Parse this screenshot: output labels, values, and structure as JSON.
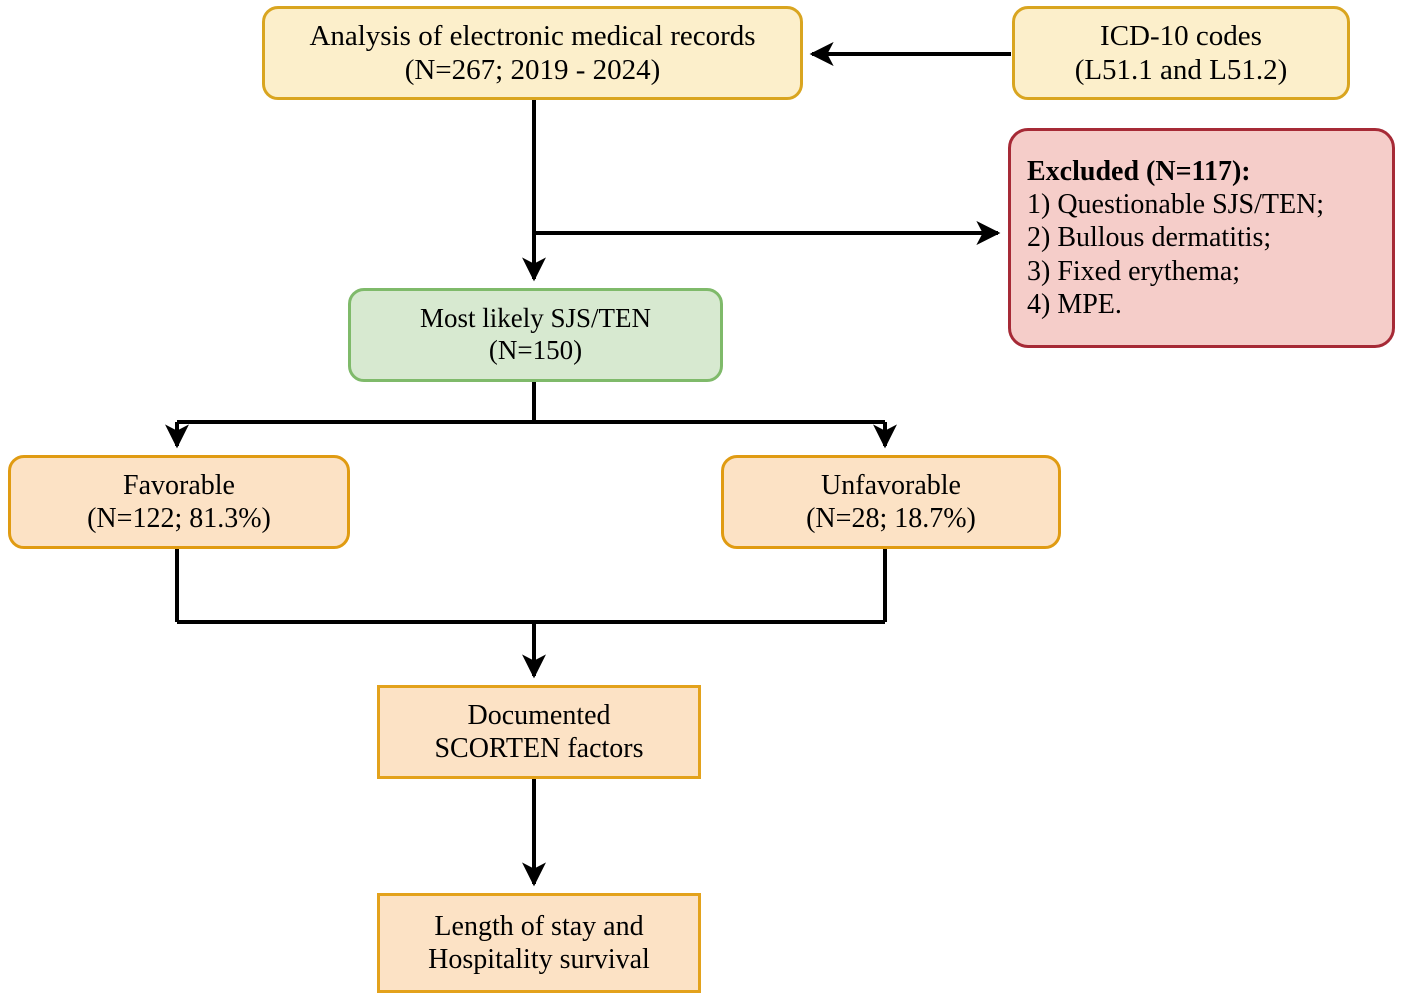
{
  "diagram": {
    "title": "SJS/TEN patient selection flowchart",
    "palette": {
      "cream_fill": "#fcefcb",
      "cream_border": "#d9a520",
      "green_fill": "#d7e9d0",
      "green_border": "#7fba6a",
      "peach_fill": "#fce2c5",
      "peach_border": "#e09b12",
      "pink_fill": "#f5cdc9",
      "pink_border": "#a62a36",
      "edge_color": "#000000"
    },
    "nodes": {
      "records": {
        "line1": "Analysis of electronic medical records",
        "line2": "(N=267; 2019 - 2024)"
      },
      "icd": {
        "line1": "ICD-10 codes",
        "line2": "(L51.1 and L51.2)"
      },
      "excluded": {
        "line1": "Excluded (N=117):",
        "line2": "1) Questionable SJS/TEN;",
        "line3": "2) Bullous dermatitis;",
        "line4": "3) Fixed erythema;",
        "line5": "4) MPE."
      },
      "sjsten": {
        "line1": "Most likely SJS/TEN",
        "line2": "(N=150)"
      },
      "favorable": {
        "line1": "Favorable",
        "line2": "(N=122; 81.3%)"
      },
      "unfavorable": {
        "line1": "Unfavorable",
        "line2": "(N=28; 18.7%)"
      },
      "scorten": {
        "line1": "Documented",
        "line2": "SCORTEN factors"
      },
      "length": {
        "line1": "Length of stay and",
        "line2": "Hospitality survival"
      }
    },
    "edges": [
      {
        "id": "icd-to-records",
        "from": "icd",
        "to": "records",
        "direction": "left"
      },
      {
        "id": "records-to-sjsten",
        "from": "records",
        "to": "sjsten",
        "direction": "down"
      },
      {
        "id": "records-to-excluded",
        "from": "records",
        "to": "excluded",
        "direction": "right"
      },
      {
        "id": "sjsten-to-favorable",
        "from": "sjsten",
        "to": "favorable",
        "direction": "down"
      },
      {
        "id": "sjsten-to-unfavorable",
        "from": "sjsten",
        "to": "unfavorable",
        "direction": "down"
      },
      {
        "id": "favorable-to-scorten",
        "from": "favorable",
        "to": "scorten",
        "direction": "down"
      },
      {
        "id": "unfavorable-to-scorten",
        "from": "unfavorable",
        "to": "scorten",
        "direction": "down"
      },
      {
        "id": "scorten-to-length",
        "from": "scorten",
        "to": "length",
        "direction": "down"
      }
    ]
  }
}
